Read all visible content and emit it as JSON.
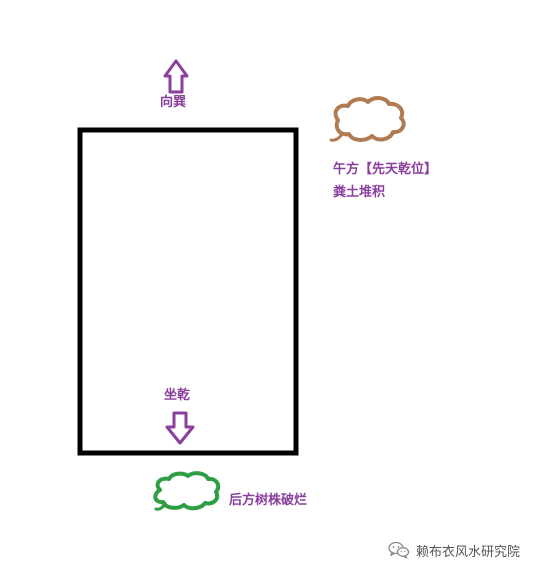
{
  "labels": {
    "direction_up": "向巽",
    "direction_down": "坐乾",
    "wu_direction": "午方【先天乾位】",
    "dung_pile": "粪土堆积",
    "rear_trees": "后方树株破烂"
  },
  "watermark": {
    "text": "赖布衣风水研究院",
    "icon": "wechat-icon"
  },
  "colors": {
    "label": "#8a3f9e",
    "arrow": "#8a3f9e",
    "building_outline": "#000000",
    "dung_cloud": "#b07a52",
    "tree_cloud": "#2e9e44"
  }
}
